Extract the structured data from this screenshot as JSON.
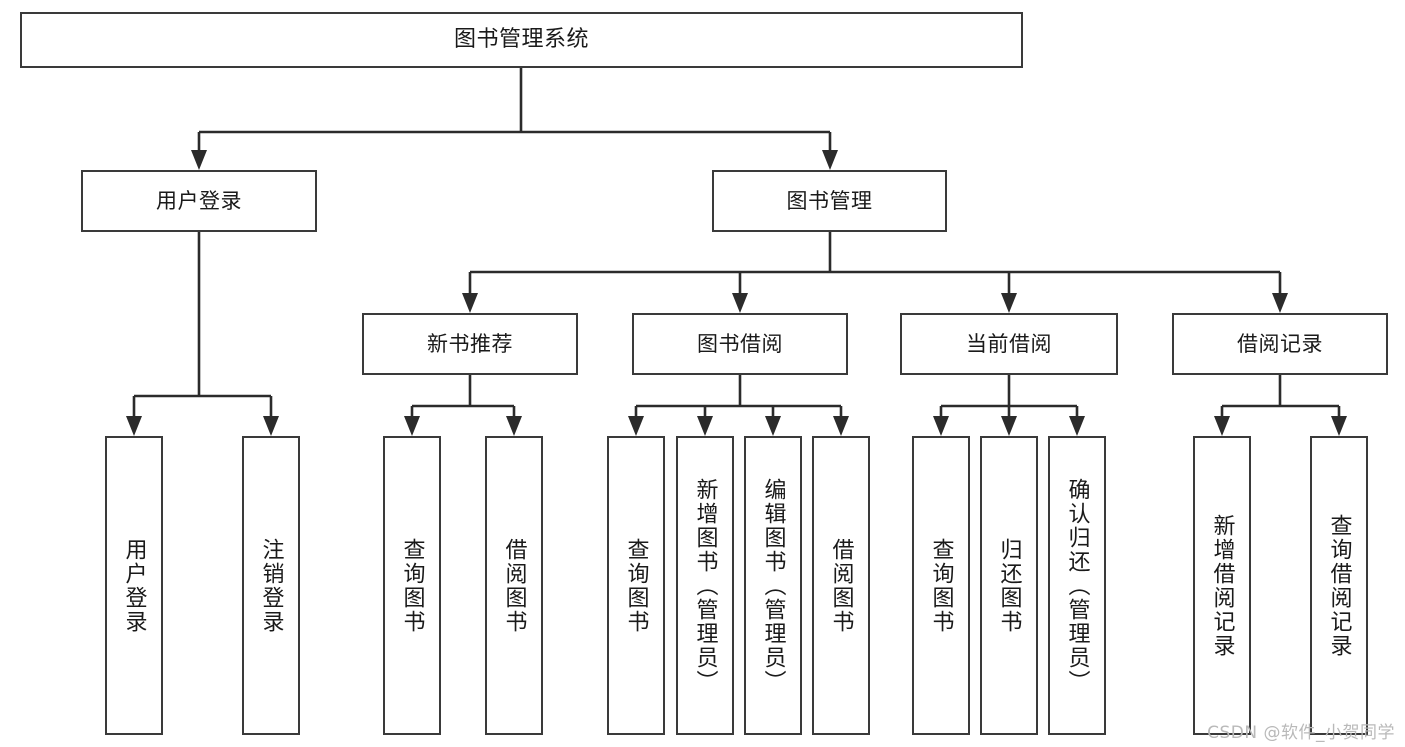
{
  "diagram": {
    "title": "图书管理系统",
    "type": "hierarchy-tree",
    "orientation": "top-down",
    "colors": {
      "box_border": "#3a3a3a",
      "box_fill": "#ffffff",
      "connector": "#2b2b2b",
      "text": "#1a1a1a",
      "watermark": "#b9b9b9",
      "background": "#ffffff"
    }
  },
  "root": {
    "label": "图书管理系统"
  },
  "level2": [
    {
      "label": "用户登录"
    },
    {
      "label": "图书管理"
    }
  ],
  "level3": [
    {
      "label": "新书推荐"
    },
    {
      "label": "图书借阅"
    },
    {
      "label": "当前借阅"
    },
    {
      "label": "借阅记录"
    }
  ],
  "leaves": {
    "user_login": [
      {
        "label": "用户登录"
      },
      {
        "label": "注销登录"
      }
    ],
    "new_book": [
      {
        "label": "查询图书"
      },
      {
        "label": "借阅图书"
      }
    ],
    "borrow_book": [
      {
        "label": "查询图书"
      },
      {
        "label": "新增图书（管理员）"
      },
      {
        "label": "编辑图书（管理员）"
      },
      {
        "label": "借阅图书"
      }
    ],
    "current_borrow": [
      {
        "label": "查询图书"
      },
      {
        "label": "归还图书"
      },
      {
        "label": "确认归还（管理员）"
      }
    ],
    "borrow_record": [
      {
        "label": "新增借阅记录"
      },
      {
        "label": "查询借阅记录"
      }
    ]
  },
  "watermark": {
    "text": "CSDN @软件_小贺同学"
  }
}
